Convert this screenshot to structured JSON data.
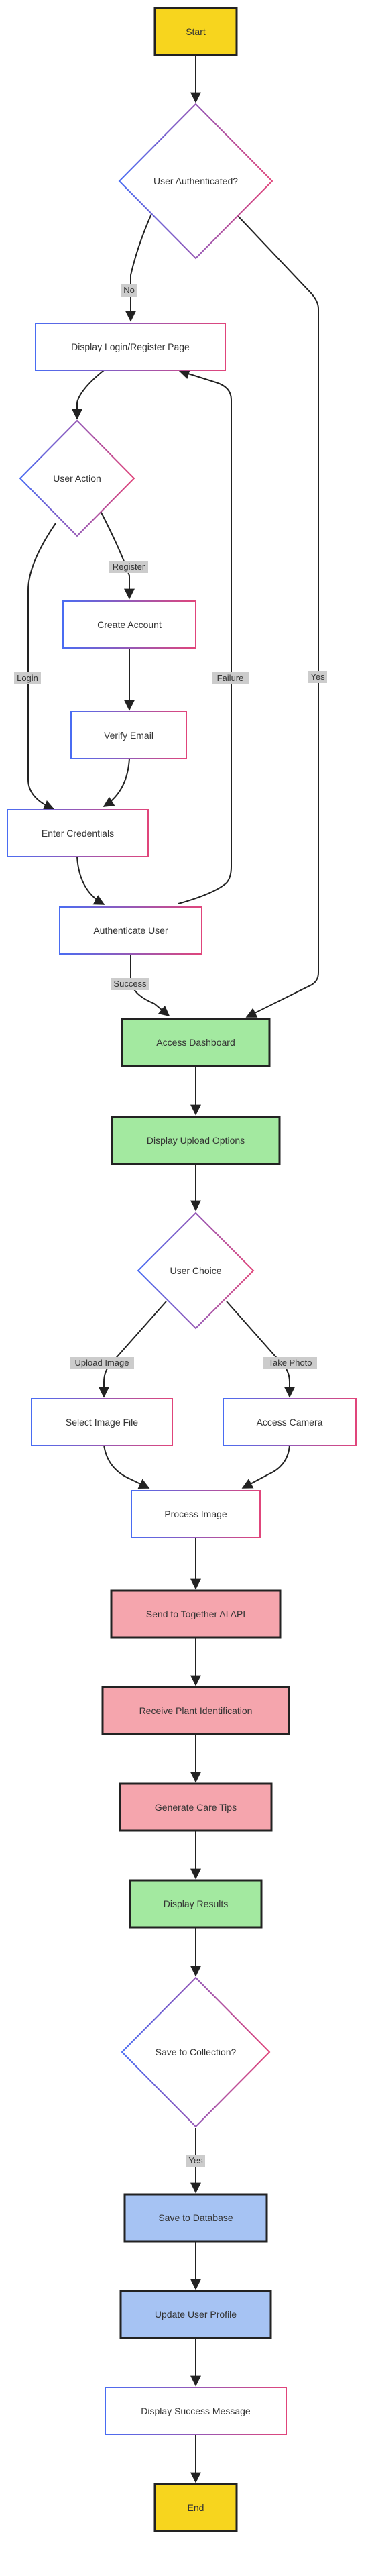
{
  "palette": {
    "gold": "#f7d51e",
    "green": "#a3e9a0",
    "red": "#f5a5ad",
    "blue": "#a6c3f3",
    "stroke_dark": "#222222",
    "stroke_blue": "#4a6cf2",
    "stroke_pink": "#e0457b",
    "label_bg": "#cccccc",
    "edge": "#222222"
  },
  "nodes": {
    "start": {
      "label": "Start"
    },
    "user_authenticated": {
      "label": "User Authenticated?"
    },
    "display_login": {
      "label": "Display Login/Register Page"
    },
    "user_action": {
      "label": "User Action"
    },
    "create_account": {
      "label": "Create Account"
    },
    "verify_email": {
      "label": "Verify Email"
    },
    "enter_credentials": {
      "label": "Enter Credentials"
    },
    "authenticate_user": {
      "label": "Authenticate User"
    },
    "access_dashboard": {
      "label": "Access Dashboard"
    },
    "display_upload": {
      "label": "Display Upload Options"
    },
    "user_choice": {
      "label": "User Choice"
    },
    "select_image": {
      "label": "Select Image File"
    },
    "access_camera": {
      "label": "Access Camera"
    },
    "process_image": {
      "label": "Process Image"
    },
    "send_api": {
      "label": "Send to Together AI API"
    },
    "receive_id": {
      "label": "Receive Plant Identification"
    },
    "generate_tips": {
      "label": "Generate Care Tips"
    },
    "display_results": {
      "label": "Display Results"
    },
    "save_collection": {
      "label": "Save to Collection?"
    },
    "save_db": {
      "label": "Save to Database"
    },
    "update_profile": {
      "label": "Update User Profile"
    },
    "success_message": {
      "label": "Display Success Message"
    },
    "end": {
      "label": "End"
    }
  },
  "edge_labels": {
    "no": "No",
    "yes": "Yes",
    "register": "Register",
    "login": "Login",
    "failure": "Failure",
    "success": "Success",
    "upload_image": "Upload Image",
    "take_photo": "Take Photo",
    "save_yes": "Yes"
  }
}
